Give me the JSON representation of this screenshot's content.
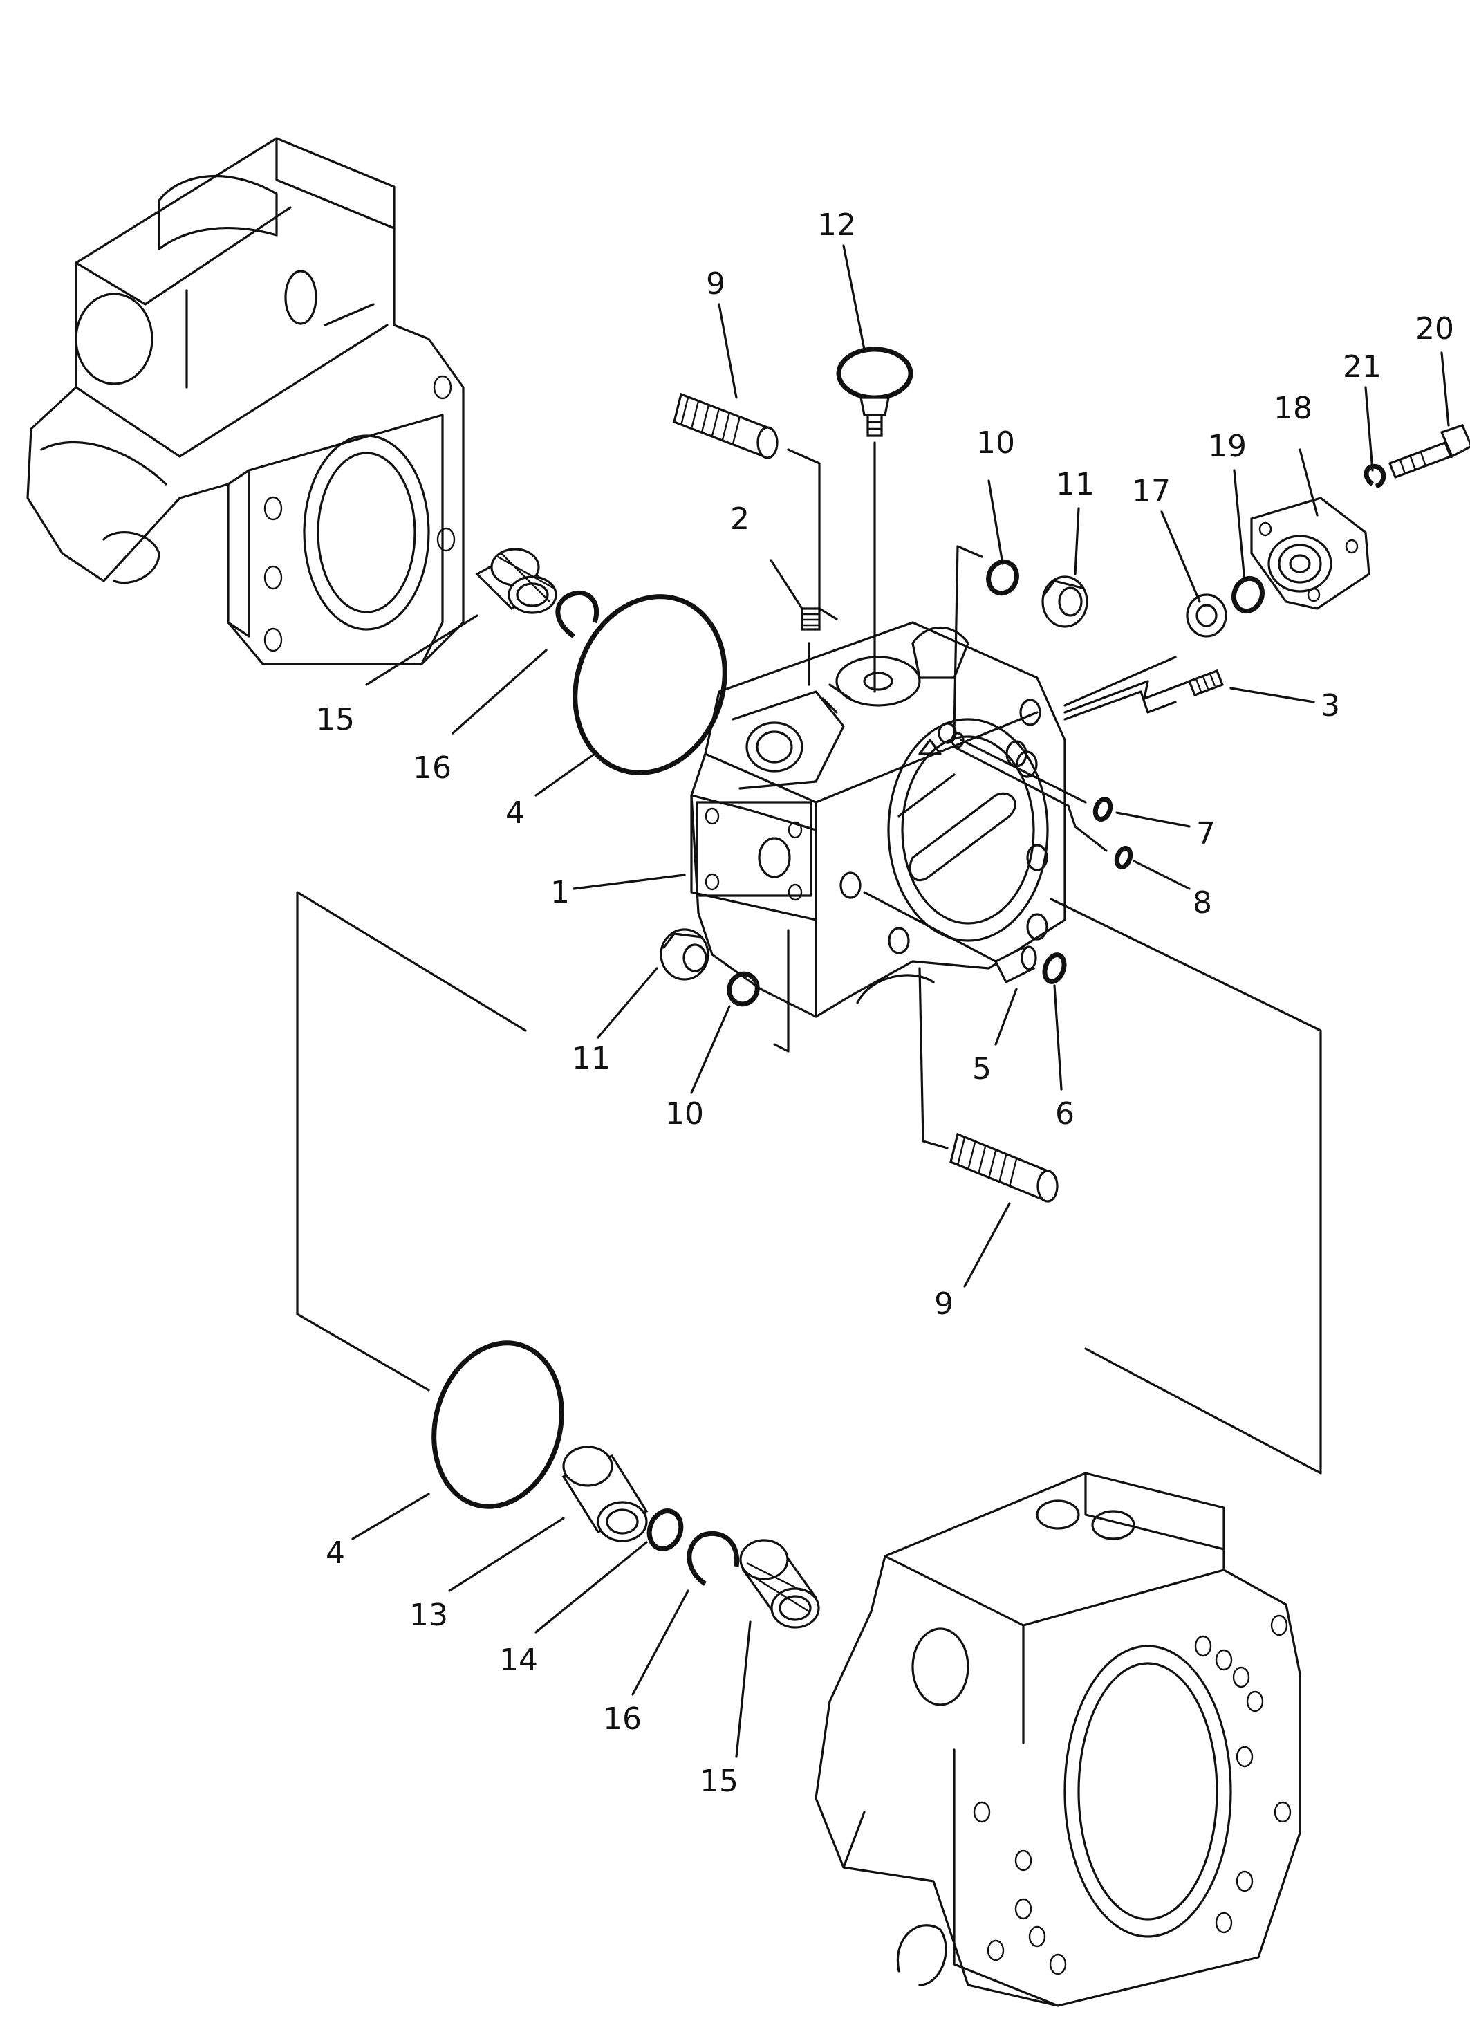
{
  "diagram": {
    "callouts": [
      {
        "id": "c1",
        "text": "1"
      },
      {
        "id": "c2",
        "text": "2"
      },
      {
        "id": "c3",
        "text": "3"
      },
      {
        "id": "c4a",
        "text": "4"
      },
      {
        "id": "c4b",
        "text": "4"
      },
      {
        "id": "c5",
        "text": "5"
      },
      {
        "id": "c6",
        "text": "6"
      },
      {
        "id": "c7",
        "text": "7"
      },
      {
        "id": "c8",
        "text": "8"
      },
      {
        "id": "c9a",
        "text": "9"
      },
      {
        "id": "c9b",
        "text": "9"
      },
      {
        "id": "c10a",
        "text": "10"
      },
      {
        "id": "c10b",
        "text": "10"
      },
      {
        "id": "c11a",
        "text": "11"
      },
      {
        "id": "c11b",
        "text": "11"
      },
      {
        "id": "c12",
        "text": "12"
      },
      {
        "id": "c13",
        "text": "13"
      },
      {
        "id": "c14",
        "text": "14"
      },
      {
        "id": "c15a",
        "text": "15"
      },
      {
        "id": "c15b",
        "text": "15"
      },
      {
        "id": "c16a",
        "text": "16"
      },
      {
        "id": "c16b",
        "text": "16"
      },
      {
        "id": "c17",
        "text": "17"
      },
      {
        "id": "c18",
        "text": "18"
      },
      {
        "id": "c19",
        "text": "19"
      },
      {
        "id": "c20",
        "text": "20"
      },
      {
        "id": "c21",
        "text": "21"
      }
    ]
  }
}
